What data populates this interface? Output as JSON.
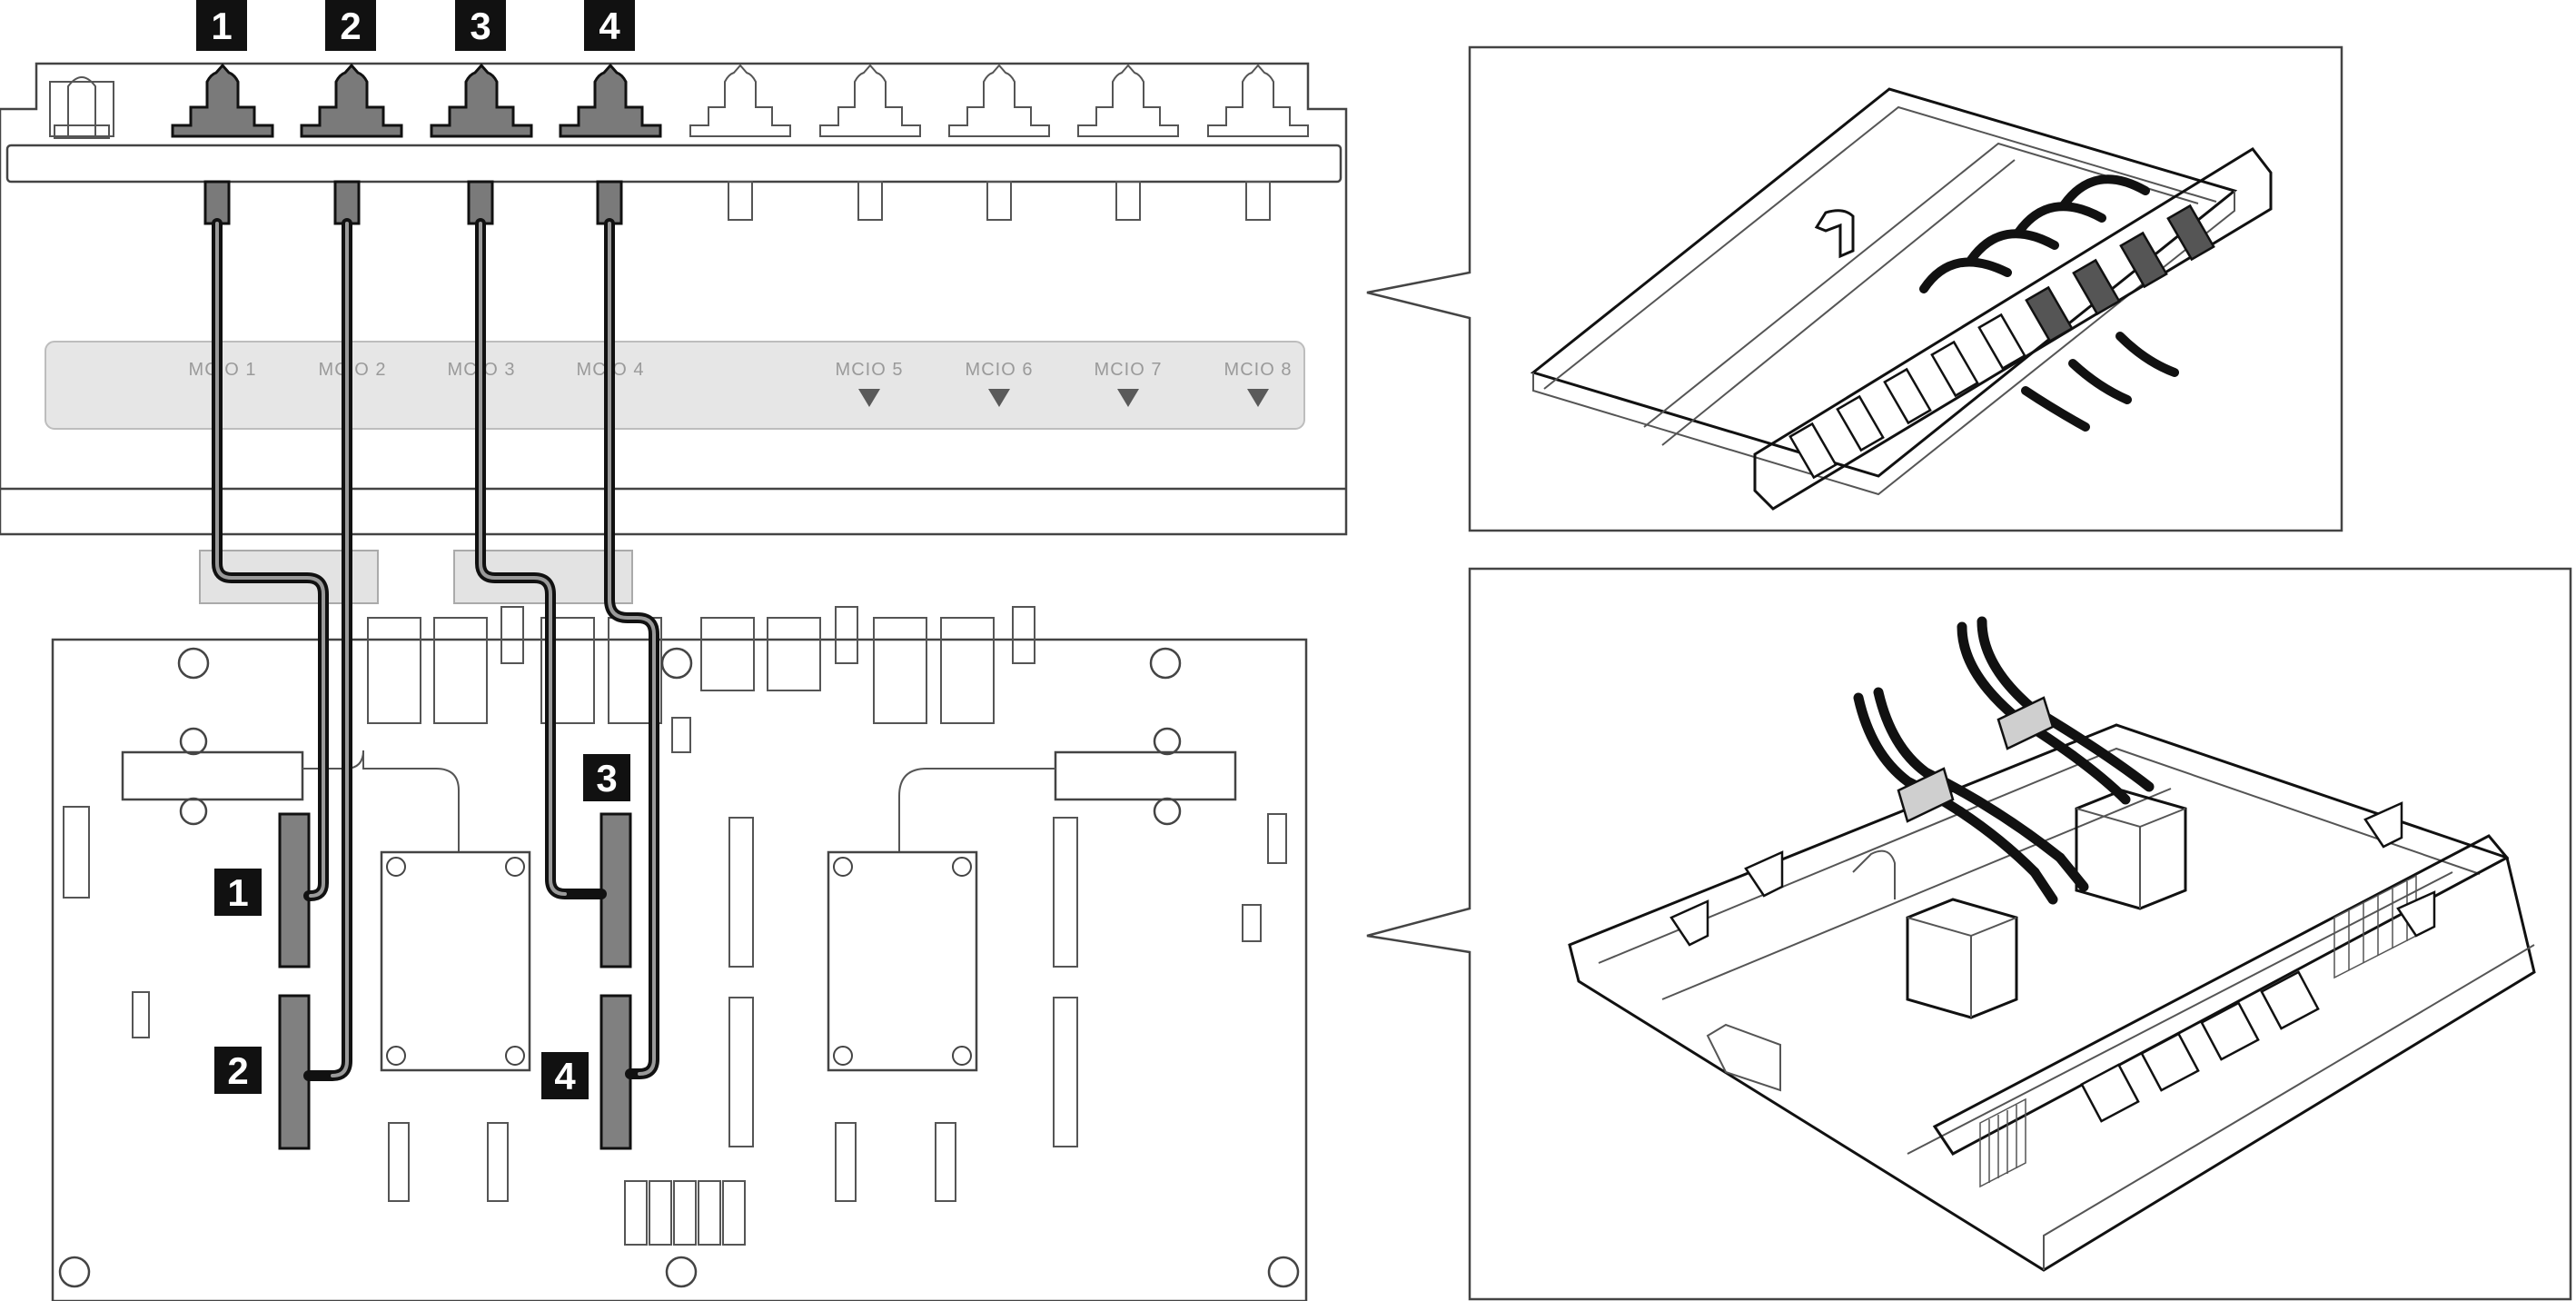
{
  "callouts": [
    "1",
    "2",
    "3",
    "4"
  ],
  "mcio_labels": [
    "MCIO 1",
    "MCIO 2",
    "MCIO 3",
    "MCIO 4",
    "MCIO 5",
    "MCIO 6",
    "MCIO 7",
    "MCIO 8"
  ],
  "colors": {
    "cable": "#111111",
    "connector_highlight": "#808080",
    "callout_background": "#111111",
    "callout_text": "#ffffff",
    "label_strip": "#e6e6e6",
    "outline": "#444444"
  }
}
